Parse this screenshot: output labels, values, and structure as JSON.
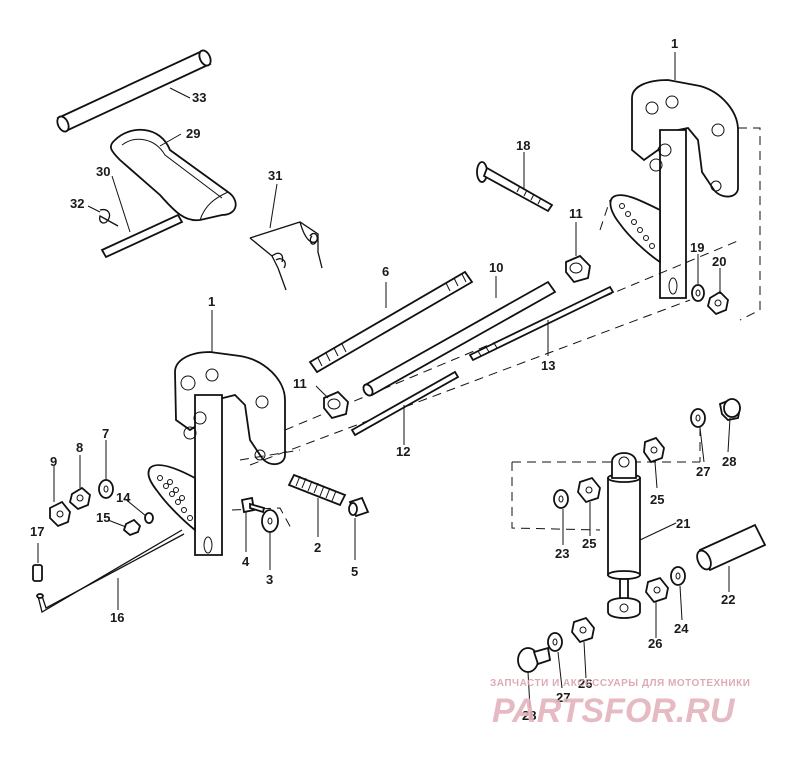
{
  "labels": {
    "l1a": "1",
    "l1b": "1",
    "l2": "2",
    "l3": "3",
    "l4": "4",
    "l5": "5",
    "l6": "6",
    "l7": "7",
    "l8": "8",
    "l9": "9",
    "l10": "10",
    "l11a": "11",
    "l11b": "11",
    "l12": "12",
    "l13": "13",
    "l14": "14",
    "l15": "15",
    "l16": "16",
    "l17": "17",
    "l18": "18",
    "l19": "19",
    "l20": "20",
    "l21": "21",
    "l22": "22",
    "l23": "23",
    "l24": "24",
    "l25a": "25",
    "l25b": "25",
    "l26a": "26",
    "l26b": "26",
    "l27a": "27",
    "l27b": "27",
    "l28a": "28",
    "l28b": "28",
    "l29": "29",
    "l30": "30",
    "l31": "31",
    "l32": "32",
    "l33": "33"
  },
  "watermark": {
    "tagline": "ЗАПЧАСТИ И АКСЕССУАРЫ ДЛЯ МОТОТЕХНИКИ",
    "brand": "PARTSFOR.RU",
    "color": "#e3b3bc"
  }
}
